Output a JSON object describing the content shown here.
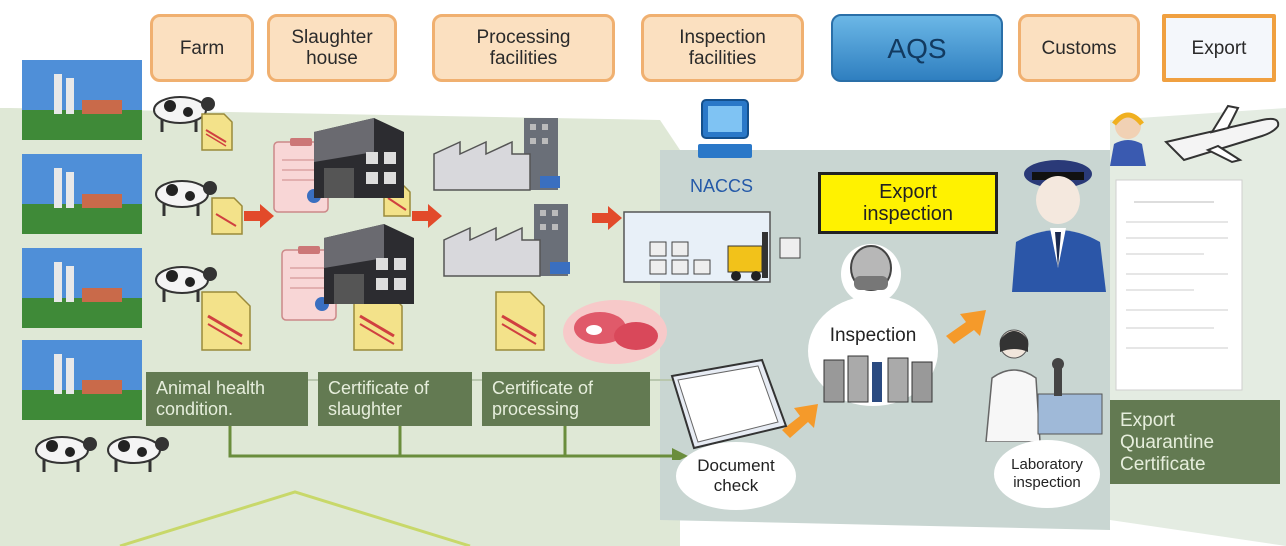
{
  "headers": {
    "farm": "Farm",
    "slaughter": "Slaughter house",
    "processing": "Processing facilities",
    "inspection_fac": "Inspection facilities",
    "aqs": "AQS",
    "customs": "Customs",
    "export": "Export"
  },
  "system": {
    "naccs": "NACCS",
    "export_inspection": "Export inspection"
  },
  "certificates": {
    "animal_health": "Animal health condition.",
    "slaughter_cert": "Certificate of slaughter",
    "processing_cert": "Certificate of processing"
  },
  "steps": {
    "document_check": "Document check",
    "inspection": "Inspection",
    "laboratory": "Laboratory inspection",
    "quarantine_cert": "Export Quarantine Certificate"
  },
  "colors": {
    "header_fill": "#fbe0c0",
    "header_border": "#f0b070",
    "aqs_blue": "#2f7fc0",
    "green_label": "#637a52",
    "highlight_yellow": "#fff200",
    "arrow_red": "#e24a2a",
    "arrow_orange": "#f59a2a"
  }
}
